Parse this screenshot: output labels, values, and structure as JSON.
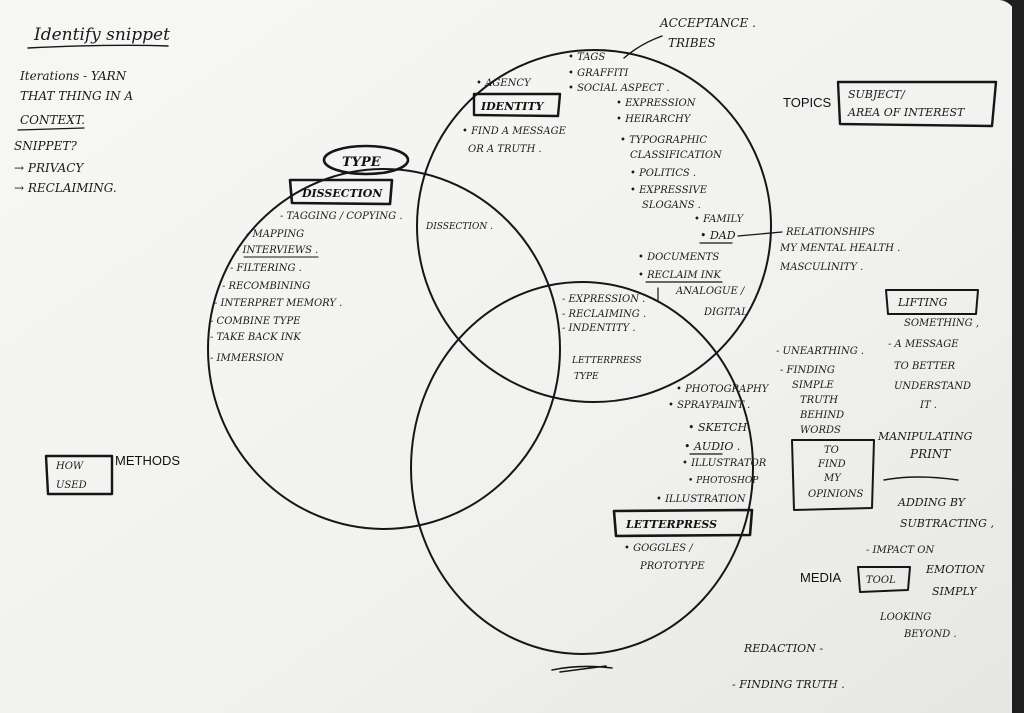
{
  "notebook": {
    "heading": "Identify snippet",
    "side_notes": [
      "Iterations - YARN",
      "THAT THING IN A",
      "CONTEXT.",
      "SNIPPET?",
      "→ PRIVACY",
      "→ RECLAIMING."
    ]
  },
  "printed_labels": {
    "topics": "TOPICS",
    "methods": "METHODS",
    "media": "MEDIA"
  },
  "boxes": {
    "topics_box": [
      "SUBJECT/",
      "AREA OF INTEREST"
    ],
    "methods_box": [
      "HOW",
      "USED"
    ],
    "media_box": "TOOL",
    "type_oval": "TYPE",
    "dissection_box": "DISSECTION",
    "identity_box": "IDENTITY",
    "letterpress_box": "LETTERPRESS",
    "opinions_box": [
      "TO",
      "FIND",
      "MY",
      "OPINIONS"
    ],
    "lifting_box": "LIFTING"
  },
  "acceptance": [
    "ACCEPTANCE .",
    "TRIBES"
  ],
  "topics_circle": {
    "agency": "• AGENCY",
    "list_top": [
      "• TAGS",
      "• GRAFFITI",
      "• SOCIAL ASPECT ."
    ],
    "find_message": [
      "• FIND A MESSAGE",
      "OR A TRUTH ."
    ],
    "list_right": [
      "• EXPRESSION",
      "• HEIRARCHY",
      "• TYPOGRAPHIC",
      "CLASSIFICATION",
      "• POLITICS .",
      "• EXPRESSIVE",
      "SLOGANS ."
    ],
    "family": "• FAMILY",
    "dad": "• DAD",
    "relationships": [
      "RELATIONSHIPS",
      "MY MENTAL HEALTH .",
      "MASCULINITY ."
    ],
    "documents": "• DOCUMENTS",
    "reclaim_ink": "• RECLAIM INK",
    "analogue": "ANALOGUE /",
    "digital": "DIGITAL"
  },
  "methods_circle": {
    "items": [
      "- TAGGING / COPYING .",
      "- MAPPING",
      "- INTERVIEWS .",
      "- FILTERING .",
      "- RECOMBINING",
      "- INTERPRET MEMORY .",
      "- COMBINE TYPE",
      "- TAKE BACK INK",
      "- IMMERSION"
    ]
  },
  "overlaps": {
    "methods_topics": "DISSECTION .",
    "topics_media": [
      "- EXPRESSION .",
      "- RECLAIMING .",
      "- INDENTITY ."
    ],
    "center": [
      "LETTERPRESS",
      "TYPE"
    ]
  },
  "media_circle": {
    "items": [
      "• PHOTOGRAPHY",
      "• SPRAYPAINT .",
      "• SKETCH",
      "• AUDIO .",
      "• ILLUSTRATOR",
      "• PHOTOSHOP",
      "• ILLUSTRATION"
    ],
    "goggles": [
      "• GOGGLES /",
      "PROTOTYPE"
    ]
  },
  "right_notes": {
    "unearthing": "- UNEARTHING .",
    "finding_simple": [
      "- FINDING",
      "SIMPLE",
      "TRUTH",
      "BEHIND",
      "WORDS"
    ],
    "lifting_rest": [
      "SOMETHING ,",
      "- A MESSAGE",
      "TO BETTER",
      "UNDERSTAND",
      "IT ."
    ],
    "manipulating": [
      "MANIPULATING",
      "PRINT"
    ],
    "adding": [
      "ADDING BY",
      "SUBTRACTING ,"
    ],
    "impact": "- IMPACT ON",
    "emotion": [
      "EMOTION",
      "SIMPLY"
    ],
    "looking": [
      "LOOKING",
      "BEYOND ."
    ],
    "redaction": "REDACTION -",
    "finding_truth": "- FINDING TRUTH ."
  },
  "colors": {
    "paper": "#f4f4f2",
    "ink": "#161616",
    "background": "#1b1b1b"
  }
}
